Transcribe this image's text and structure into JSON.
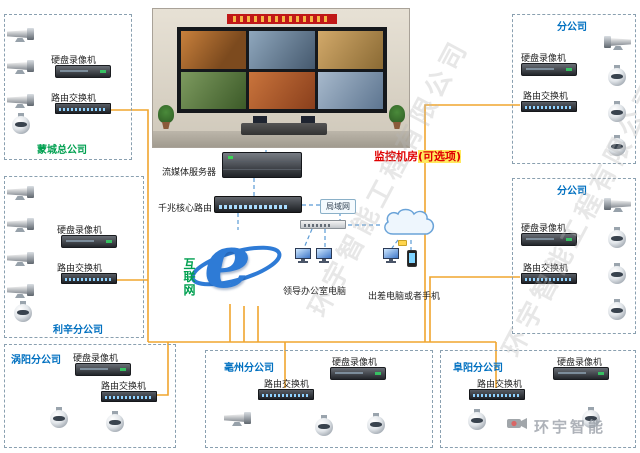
{
  "device_labels": {
    "dvr": "硬盘录像机",
    "switch": "路由交换机"
  },
  "groups": {
    "mengcheng": {
      "label": "蒙城总公司"
    },
    "lixin": {
      "label": "利辛分公司"
    },
    "guoyang": {
      "label": "涡阳分公司"
    },
    "bozhou": {
      "label": "亳州分公司"
    },
    "fuyang": {
      "label": "阜阳分公司"
    },
    "branch_top_right": {
      "label": "分公司"
    },
    "branch_mid_right": {
      "label": "分公司"
    }
  },
  "center": {
    "monitor_room_label": "监控机房",
    "monitor_room_optional": "(可选项)",
    "media_server_label": "流媒体服务器",
    "core_router_label": "千兆核心路由",
    "internet_label": "互联网",
    "lan_label": "局域网",
    "office_pc_label": "领导办公室电脑",
    "mobile_label": "出差电脑或者手机"
  },
  "watermark": {
    "diagonal_text": "环宇智能工程有限公司",
    "logo_text": "环宇智能"
  },
  "colors": {
    "wire_orange": "#f0a52e",
    "wire_blue": "#5b9bd5",
    "label_blue": "#0070c0",
    "label_green": "#00a050",
    "label_red": "#e00000",
    "highlight_yellow": "#ffe95e"
  }
}
